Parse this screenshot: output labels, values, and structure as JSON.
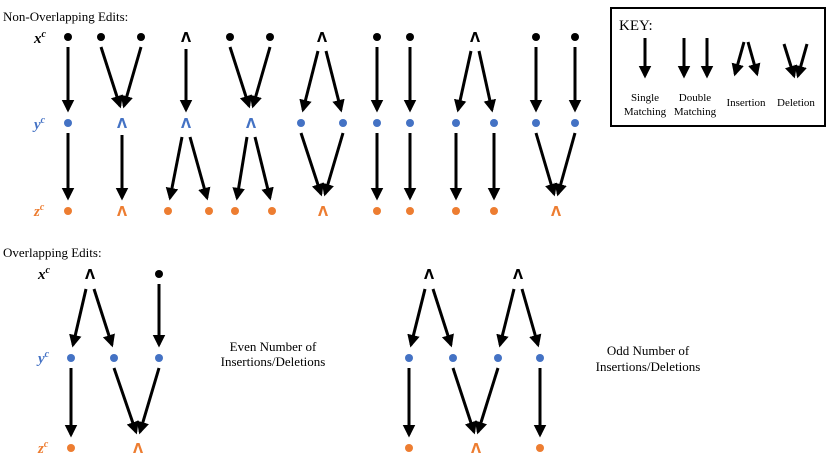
{
  "colors": {
    "x": "#000000",
    "y": "#4472C4",
    "z": "#ED7D31",
    "arrow": "#000000",
    "text": "#000000"
  },
  "section_titles": {
    "non_overlapping": "Non-Overlapping Edits:",
    "overlapping": "Overlapping Edits:"
  },
  "row_labels": {
    "x": "x",
    "y": "y",
    "z": "z",
    "superscript": "c"
  },
  "symbols": {
    "lambda": "Λ"
  },
  "key": {
    "title": "KEY:",
    "single": [
      "Single",
      "Matching"
    ],
    "double": [
      "Double",
      "Matching"
    ],
    "insertion": "Insertion",
    "deletion": "Deletion"
  },
  "captions": {
    "even": [
      "Even Number of",
      "Insertions/Deletions"
    ],
    "odd": [
      "Odd Number of",
      "Insertions/Deletions"
    ]
  }
}
